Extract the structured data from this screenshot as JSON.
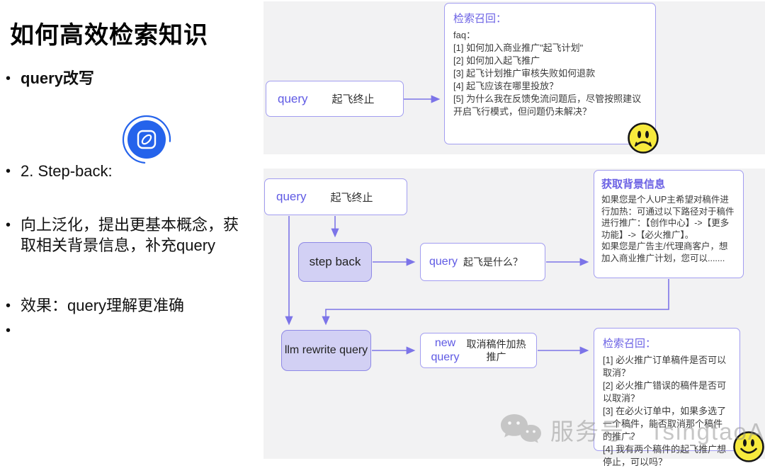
{
  "left_panel": {
    "title": "如何高效检索知识",
    "bullets": [
      "query改写",
      "2. Step-back:",
      "向上泛化，提出更基本概念，获取相关背景信息，补充query",
      "效果：query理解更准确",
      ""
    ]
  },
  "colors": {
    "accent_purple": "#6b61e4",
    "border_purple": "#a29df0",
    "arrow_purple": "#7c74e8",
    "panel_gray": "#f2f2f3",
    "icon_blue": "#2563eb",
    "smiley_yellow": "#f7ea3d"
  },
  "diagram_top": {
    "query_box": {
      "label": "query",
      "value": "起飞终止"
    },
    "recall_box": {
      "title": "检索召回：",
      "lines": [
        "faq：",
        "[1] 如何加入商业推广\"起飞计划\"",
        "[2] 如何加入起飞推广",
        "[3] 起飞计划推广审核失败如何退款",
        "[4] 起飞应该在哪里投放？",
        "[5] 为什么我在反馈免流问题后，尽管按照建议开启飞行模式，但问题仍未解决？"
      ]
    }
  },
  "diagram_bottom": {
    "query_box": {
      "label": "query",
      "value": "起飞终止"
    },
    "step_back_label": "step back",
    "generalized_query_box": {
      "label": "query",
      "value": "起飞是什么？"
    },
    "background_box": {
      "title": "获取背景信息",
      "lines": [
        "如果您是个人UP主希望对稿件进行加热：可通过以下路径对于稿件进行推广：【创作中心】->【更多功能】->【必火推广】。",
        "如果您是广告主/代理商客户，想加入商业推广计划，您可以......."
      ]
    },
    "llm_label": "llm rewrite query",
    "new_query_box": {
      "label_line1": "new",
      "label_line2": "query",
      "value_line1": "取消稿件加热",
      "value_line2": "推广"
    },
    "recall_box": {
      "title": "检索召回：",
      "lines": [
        "[1] 必火推广订单稿件是否可以取消？",
        "[2] 必火推广错误的稿件是否可以取消？",
        "[3] 在必火订单中，如果多选了一个稿件，能否取消那个稿件的推广？",
        "[4] 我有两个稿件的起飞推广想停止，可以吗？"
      ]
    }
  },
  "watermark": {
    "text": "服务号：TsingtaoAI"
  }
}
